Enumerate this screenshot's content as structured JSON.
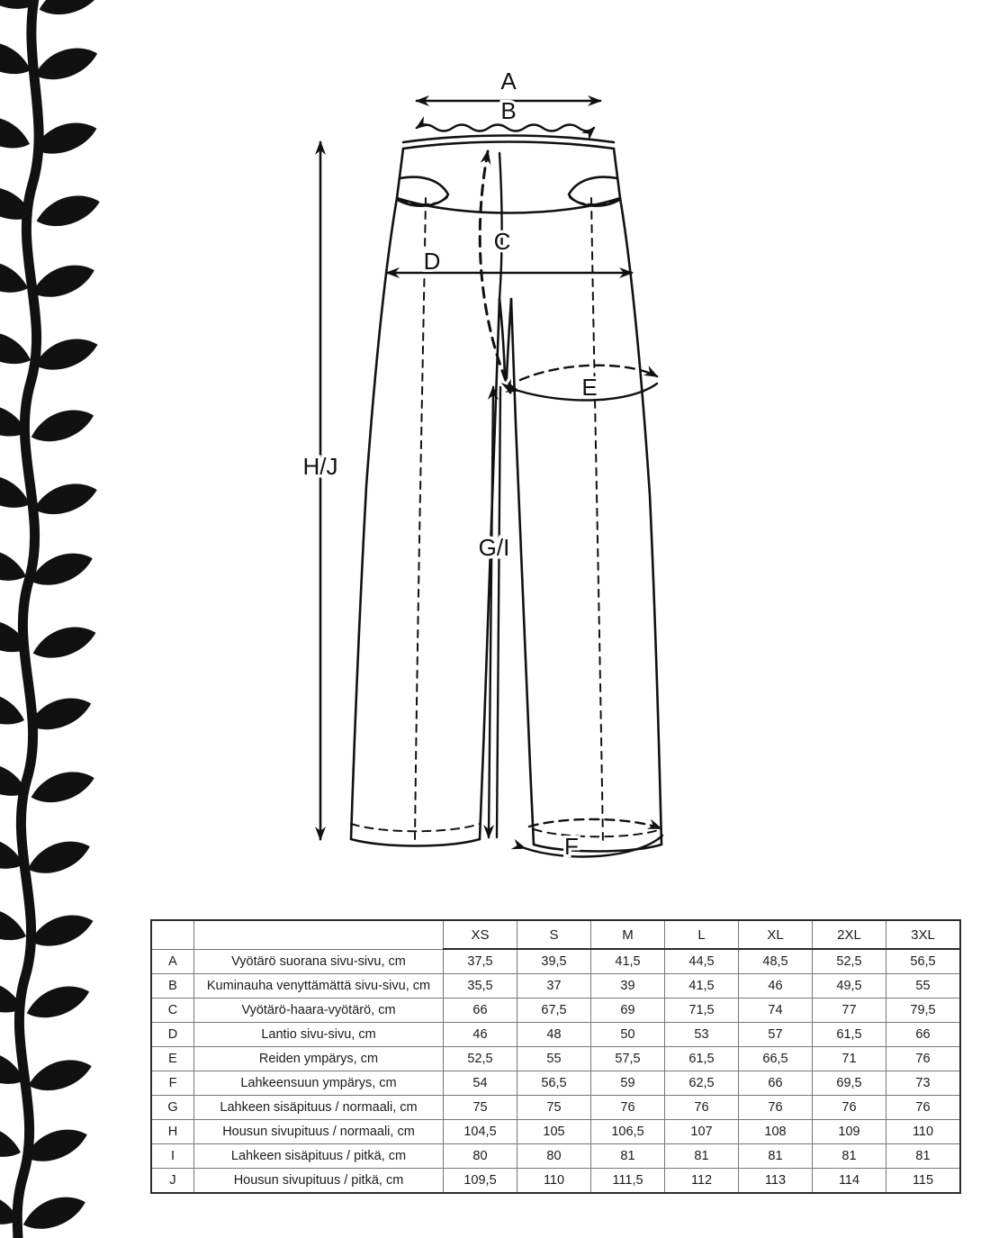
{
  "figure": {
    "labels": {
      "a": "A",
      "b": "B",
      "c": "C",
      "d": "D",
      "e": "E",
      "f": "F",
      "gi": "G/I",
      "hj": "H/J"
    }
  },
  "table": {
    "sizes": [
      "XS",
      "S",
      "M",
      "L",
      "XL",
      "2XL",
      "3XL"
    ],
    "corner_letter": "",
    "corner_desc": "",
    "rows": [
      {
        "letter": "A",
        "description": "Vyötärö suorana sivu-sivu, cm",
        "values": [
          "37,5",
          "39,5",
          "41,5",
          "44,5",
          "48,5",
          "52,5",
          "56,5"
        ]
      },
      {
        "letter": "B",
        "description": "Kuminauha venyttämättä sivu-sivu, cm",
        "values": [
          "35,5",
          "37",
          "39",
          "41,5",
          "46",
          "49,5",
          "55"
        ]
      },
      {
        "letter": "C",
        "description": "Vyötärö-haara-vyötärö, cm",
        "values": [
          "66",
          "67,5",
          "69",
          "71,5",
          "74",
          "77",
          "79,5"
        ]
      },
      {
        "letter": "D",
        "description": "Lantio sivu-sivu, cm",
        "values": [
          "46",
          "48",
          "50",
          "53",
          "57",
          "61,5",
          "66"
        ]
      },
      {
        "letter": "E",
        "description": "Reiden ympärys, cm",
        "values": [
          "52,5",
          "55",
          "57,5",
          "61,5",
          "66,5",
          "71",
          "76"
        ]
      },
      {
        "letter": "F",
        "description": "Lahkeensuun ympärys, cm",
        "values": [
          "54",
          "56,5",
          "59",
          "62,5",
          "66",
          "69,5",
          "73"
        ]
      },
      {
        "letter": "G",
        "description": "Lahkeen sisäpituus / normaali, cm",
        "values": [
          "75",
          "75",
          "76",
          "76",
          "76",
          "76",
          "76"
        ]
      },
      {
        "letter": "H",
        "description": "Housun sivupituus / normaali, cm",
        "values": [
          "104,5",
          "105",
          "106,5",
          "107",
          "108",
          "109",
          "110"
        ]
      },
      {
        "letter": "I",
        "description": "Lahkeen sisäpituus / pitkä, cm",
        "values": [
          "80",
          "80",
          "81",
          "81",
          "81",
          "81",
          "81"
        ]
      },
      {
        "letter": "J",
        "description": "Housun sivupituus / pitkä, cm",
        "values": [
          "109,5",
          "110",
          "111,5",
          "112",
          "113",
          "114",
          "115"
        ]
      }
    ]
  },
  "colors": {
    "ink": "#111111",
    "grid": "#777777",
    "frame": "#2b2b2b",
    "background": "#ffffff"
  }
}
